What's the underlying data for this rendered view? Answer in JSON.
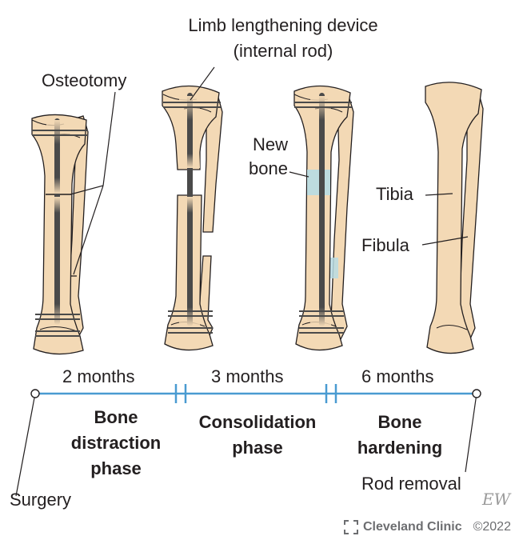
{
  "title": "Limb lengthening device",
  "title_sub": "(internal rod)",
  "labels": {
    "osteotomy": "Osteotomy",
    "new_bone": "New bone",
    "tibia": "Tibia",
    "fibula": "Fibula",
    "surgery": "Surgery",
    "rod_removal": "Rod removal"
  },
  "timeline": {
    "periods": [
      "2 months",
      "3 months",
      "6 months"
    ],
    "phases": [
      {
        "line1": "Bone",
        "line2": "distraction",
        "line3": "phase"
      },
      {
        "line1": "Consolidation",
        "line2": "phase"
      },
      {
        "line1": "Bone",
        "line2": "hardening"
      }
    ]
  },
  "footer": {
    "brand": "Cleveland Clinic",
    "copyright": "©2022"
  },
  "signature": "EW",
  "colors": {
    "bone": "#f3d9b5",
    "bone_outline": "#231f20",
    "rod": "#4a4a4a",
    "new_bone": "#b7dbe3",
    "timeline": "#4a9bd1"
  }
}
